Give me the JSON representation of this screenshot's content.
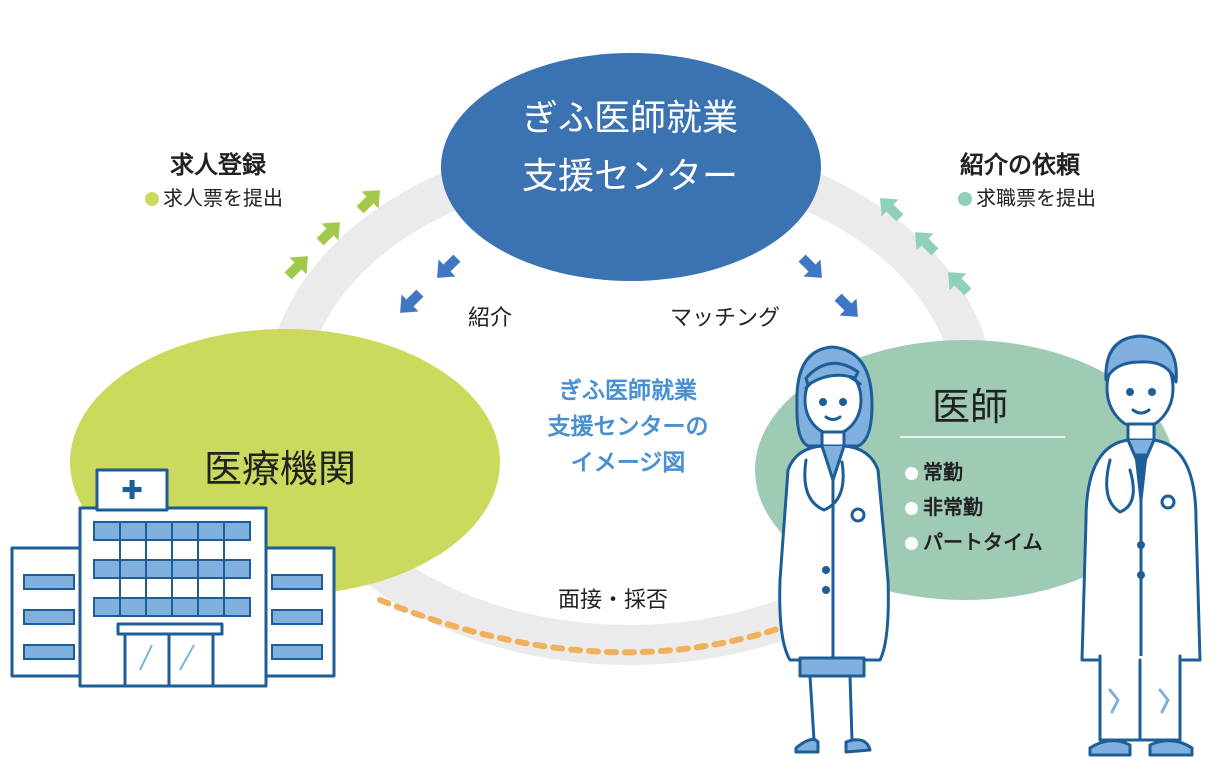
{
  "center_node": {
    "line1": "ぎふ医師就業",
    "line2": "支援センター"
  },
  "left_node": {
    "label": "医療機関"
  },
  "right_node": {
    "label": "医師",
    "options": [
      "常勤",
      "非常勤",
      "パートタイム"
    ]
  },
  "job_registration": {
    "title": "求人登録",
    "sub": "求人票を提出"
  },
  "introduction_request": {
    "title": "紹介の依頼",
    "sub": "求職票を提出"
  },
  "edge_labels": {
    "introduction": "紹介",
    "matching": "マッチング",
    "interview": "面接・採否"
  },
  "image_caption": {
    "line1": "ぎふ医師就業",
    "line2": "支援センターの",
    "line3": "イメージ図"
  },
  "hospital_sign": "✚",
  "colors": {
    "center": "#3a72b2",
    "left": "#cbd95d",
    "right": "#9fcbb5",
    "ring": "#ebebeb",
    "green_arrow": "#a3c94b",
    "teal_arrow": "#8ed0b8",
    "blue_arrow": "#3f77c4",
    "dashed": "#f1b15c",
    "caption": "#4a8fcf",
    "outline": "#1d5e99"
  }
}
